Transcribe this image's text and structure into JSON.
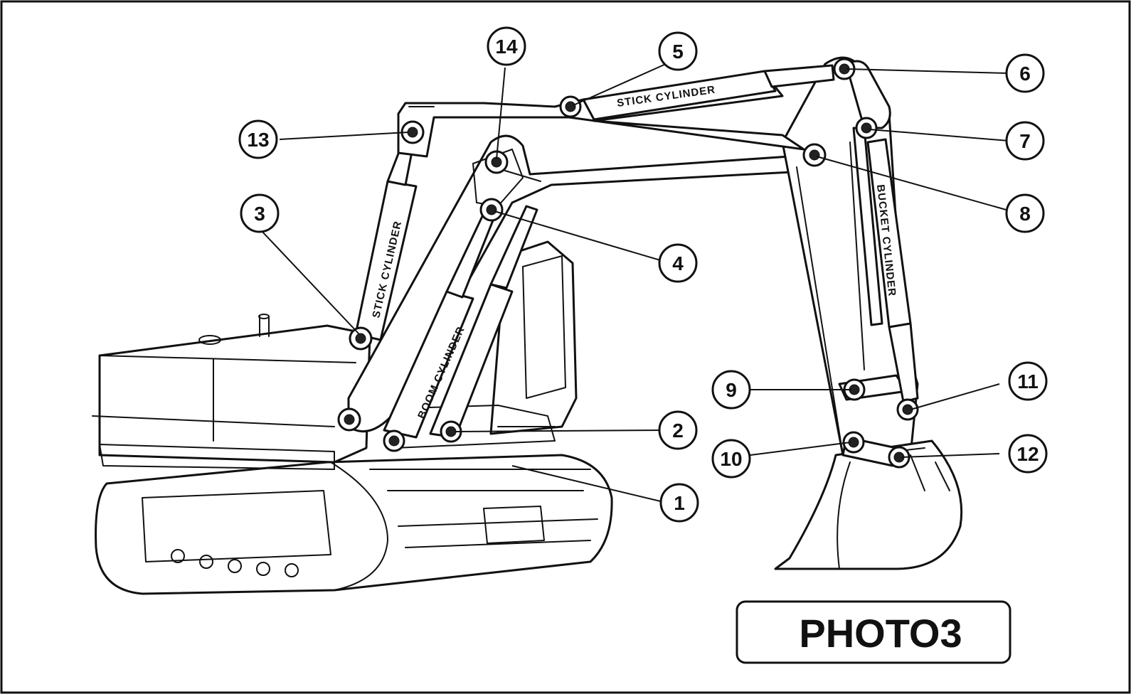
{
  "figure_label": "PHOTO3",
  "cylinder_labels": {
    "stick_cylinder_upper": "STICK CYLINDER",
    "stick_cylinder_lower": "STICK CYLINDER",
    "boom_cylinder": "BOOM CYLINDER",
    "bucket_cylinder": "BUCKET CYLINDER"
  },
  "callouts": [
    {
      "id": "c1",
      "label": "1"
    },
    {
      "id": "c2",
      "label": "2"
    },
    {
      "id": "c3",
      "label": "3"
    },
    {
      "id": "c4",
      "label": "4"
    },
    {
      "id": "c5",
      "label": "5"
    },
    {
      "id": "c6",
      "label": "6"
    },
    {
      "id": "c7",
      "label": "7"
    },
    {
      "id": "c8",
      "label": "8"
    },
    {
      "id": "c9",
      "label": "9"
    },
    {
      "id": "c10",
      "label": "10"
    },
    {
      "id": "c11",
      "label": "11"
    },
    {
      "id": "c12",
      "label": "12"
    },
    {
      "id": "c13",
      "label": "13"
    },
    {
      "id": "c14",
      "label": "14"
    }
  ]
}
